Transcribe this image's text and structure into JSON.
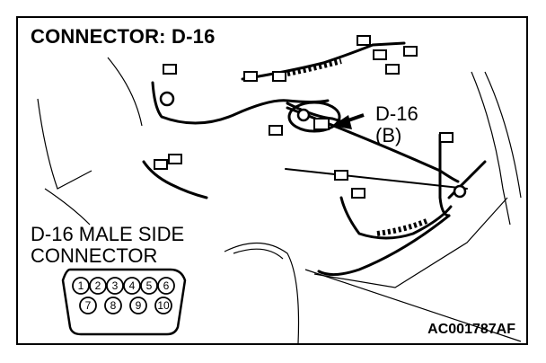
{
  "title": "CONNECTOR: D-16",
  "callout": {
    "id": "D-16",
    "sub": "(B)"
  },
  "side_label": {
    "line1": "D-16 MALE SIDE",
    "line2": "CONNECTOR"
  },
  "figure_code": "AC001787AF",
  "connector_pins": {
    "row1": [
      "1",
      "2",
      "3",
      "4",
      "5",
      "6"
    ],
    "row2": [
      "7",
      "8",
      "9",
      "10"
    ]
  },
  "colors": {
    "ink": "#000000",
    "paper": "#ffffff"
  }
}
